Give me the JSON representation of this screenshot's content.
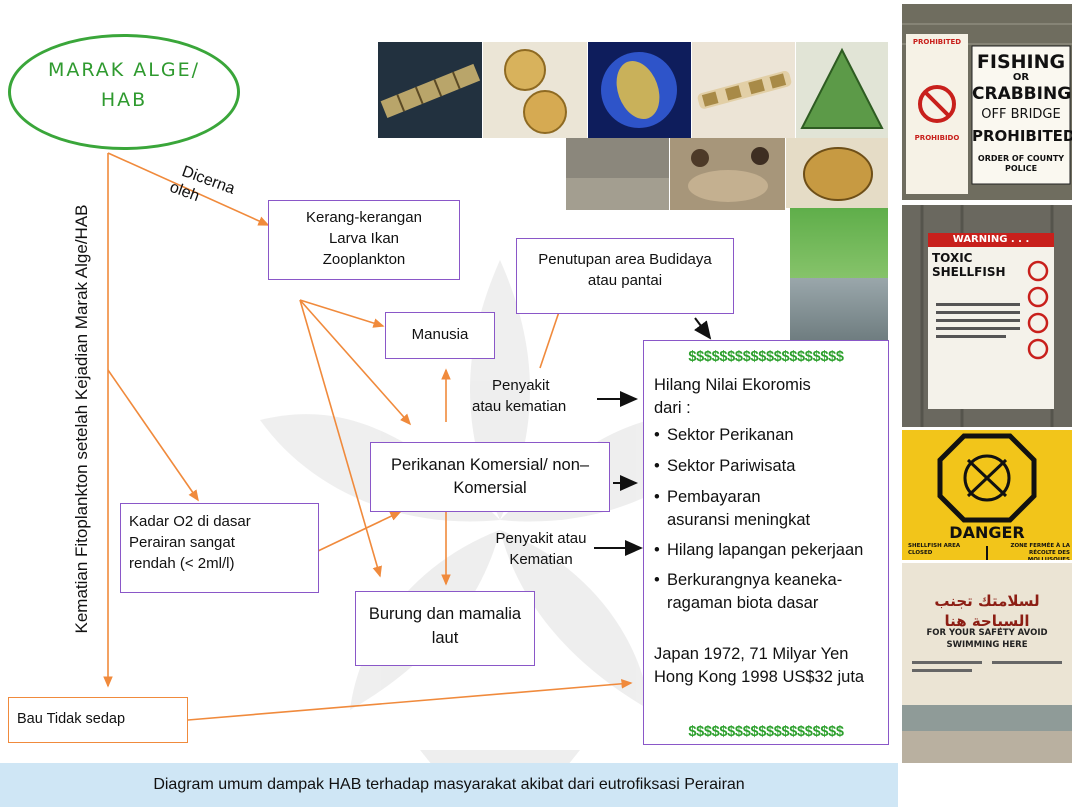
{
  "ellipse": {
    "line1": "MARAK ALGE/",
    "line2": "HAB"
  },
  "vertical_label": "Kematian Fitoplankton setelah Kejadian Marak Alge/HAB",
  "diagonal_label": {
    "line1": "Dicerna",
    "line2": "oleh"
  },
  "boxes": {
    "kerang": {
      "line1": "Kerang-kerangan",
      "line2": "Larva Ikan",
      "line3": "Zooplankton"
    },
    "penutupan": {
      "line1": "Penutupan area Budidaya",
      "line2": "atau pantai"
    },
    "manusia": "Manusia",
    "perikanan": {
      "line1": "Perikanan Komersial/ non–",
      "line2": "Komersial"
    },
    "kadar": {
      "line1": "Kadar O2 di dasar",
      "line2": "Perairan sangat",
      "line3": "rendah (< 2ml/l)"
    },
    "burung": {
      "line1": "Burung dan mamalia",
      "line2": "laut"
    },
    "bau": "Bau Tidak sedap"
  },
  "labels": {
    "penyakit1": {
      "line1": "Penyakit",
      "line2": "atau kematian"
    },
    "penyakit2": {
      "line1": "Penyakit  atau",
      "line2": "Kematian"
    }
  },
  "economic": {
    "dollars": "$$$$$$$$$$$$$$$$$$$$",
    "title1": "Hilang Nilai Ekoromis",
    "title2": "dari :",
    "items": [
      "Sektor Perikanan",
      "Sektor Pariwisata",
      "Pembayaran",
      "Hilang lapangan pekerjaan",
      "Berkurangnya keaneka-"
    ],
    "item3_cont": "asuransi meningkat",
    "item5_cont": "ragaman biota dasar",
    "japan": "Japan 1972, 71 Milyar Yen",
    "hongkong": "Hong Kong 1998 US$32 juta"
  },
  "signs": {
    "fishing": {
      "line1": "FISHING",
      "line2": "OR",
      "line3": "CRABBING",
      "line4": "OFF BRIDGE",
      "line5": "PROHIBITED",
      "line6": "ORDER OF COUNTY POLICE",
      "small1": "PROHIBITED",
      "small2": "PROHIBIDO"
    },
    "toxic": {
      "line1": "WARNING . . .",
      "line2": "TOXIC",
      "line3": "SHELLFISH"
    },
    "danger": {
      "line1": "DANGER",
      "line2": "SHELLFISH AREA CLOSED",
      "line3": "ZONE FERMÉE À LA RÉCOLTE DES MOLLUSQUES"
    },
    "arabic": {
      "line1": "لسلامتك تجنب السباحة هنا",
      "line2": "FOR YOUR SAFETY AVOID SWIMMING HERE"
    }
  },
  "footer": "Diagram umum dampak HAB terhadap masyarakat akibat dari eutrofiksasi Perairan",
  "colors": {
    "accent_green": "#2f9a2f",
    "box_border": "#8a57c8",
    "arrow_orange": "#f08a3c",
    "footer_bg": "#cfe6f5"
  }
}
